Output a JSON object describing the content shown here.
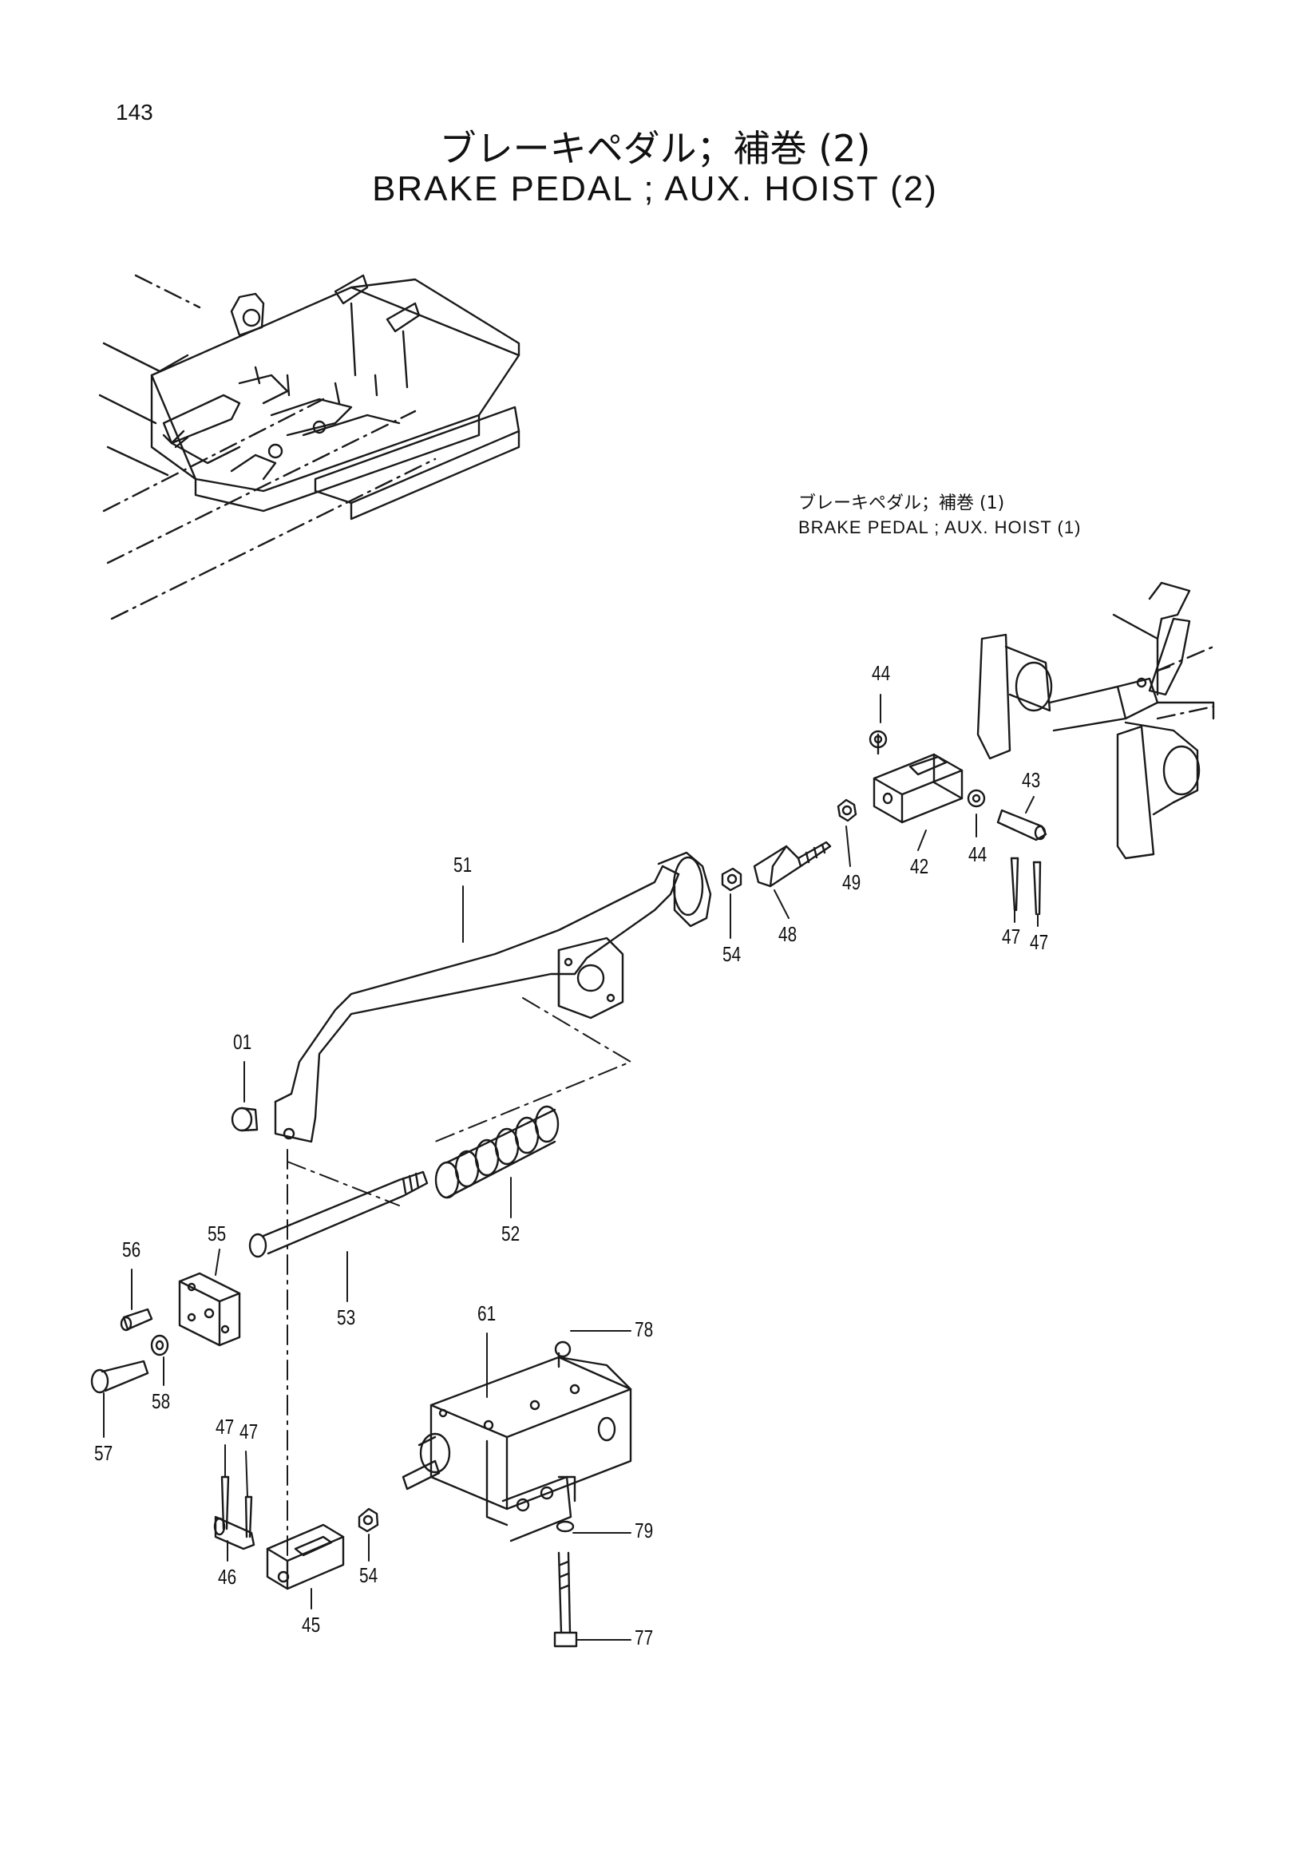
{
  "page_number": "143",
  "title_jp": "ブレーキペダル；補巻 (2)",
  "title_en": "BRAKE PEDAL ; AUX. HOIST (2)",
  "reference": {
    "jp": "ブレーキペダル；補巻 (1)",
    "en": "BRAKE PEDAL ; AUX. HOIST (1)"
  },
  "part_labels": [
    "44",
    "43",
    "42",
    "44",
    "47",
    "47",
    "49",
    "48",
    "54",
    "51",
    "01",
    "52",
    "53",
    "55",
    "56",
    "57",
    "58",
    "61",
    "78",
    "47",
    "47",
    "46",
    "45",
    "54",
    "79",
    "77"
  ]
}
